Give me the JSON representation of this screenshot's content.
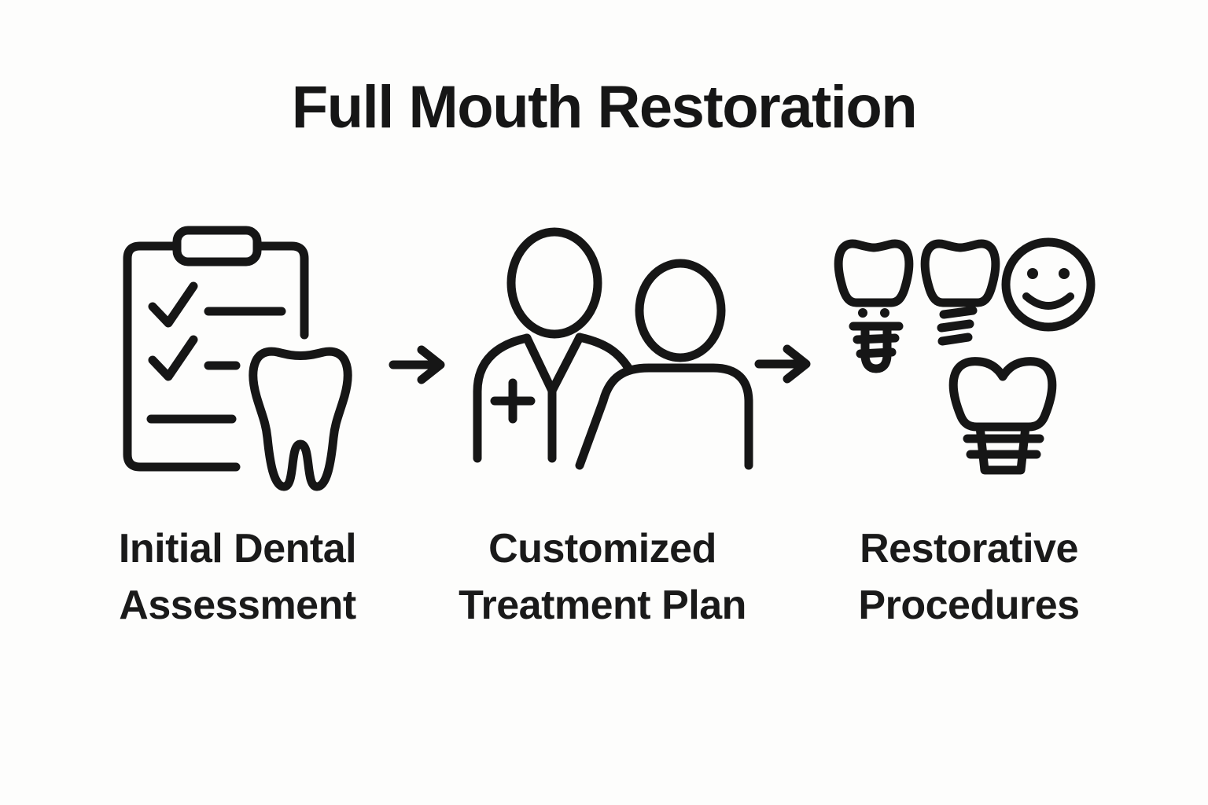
{
  "title": "Full Mouth Restoration",
  "steps": [
    {
      "label": "Initial Dental Assessment",
      "icon": "clipboard-checklist-tooth-icon"
    },
    {
      "label": "Customized Treatment Plan",
      "icon": "doctor-patient-icon"
    },
    {
      "label": "Restorative Procedures",
      "icon": "dental-implants-smiley-icon"
    }
  ],
  "arrow_icon": "right-arrow-icon",
  "colors": {
    "background": "#fdfdfc",
    "line": "#161616",
    "text": "#1a1a1a"
  }
}
